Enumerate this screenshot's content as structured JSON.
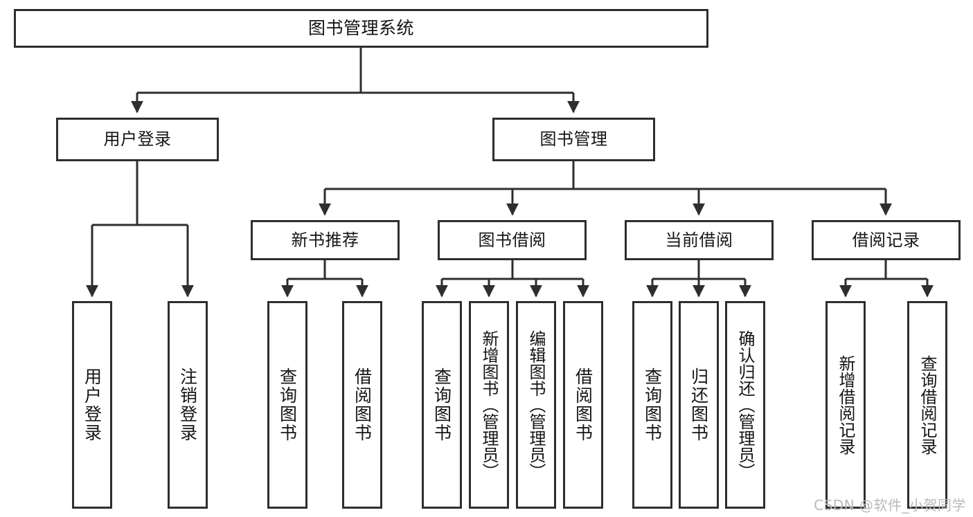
{
  "diagram": {
    "type": "hierarchy-tree",
    "title": "图书管理系统",
    "orientation": "top-down",
    "colors": {
      "box_border": "#2e2e2e",
      "box_fill": "#ffffff",
      "connector": "#2e2e2e",
      "text": "#151515",
      "watermark": "#b9b9b9"
    },
    "levels": [
      {
        "level": 1,
        "nodes": [
          {
            "id": "root",
            "label": "图书管理系统",
            "orientation": "horizontal"
          }
        ]
      },
      {
        "level": 2,
        "nodes": [
          {
            "id": "user-login",
            "label": "用户登录",
            "orientation": "horizontal",
            "parent": "root"
          },
          {
            "id": "book-manage",
            "label": "图书管理",
            "orientation": "horizontal",
            "parent": "root"
          }
        ]
      },
      {
        "level": 3,
        "nodes": [
          {
            "id": "new-book-recommend",
            "label": "新书推荐",
            "orientation": "horizontal",
            "parent": "book-manage"
          },
          {
            "id": "book-borrow",
            "label": "图书借阅",
            "orientation": "horizontal",
            "parent": "book-manage"
          },
          {
            "id": "current-borrow",
            "label": "当前借阅",
            "orientation": "horizontal",
            "parent": "book-manage"
          },
          {
            "id": "borrow-record",
            "label": "借阅记录",
            "orientation": "horizontal",
            "parent": "book-manage"
          }
        ]
      },
      {
        "level": 4,
        "nodes": [
          {
            "id": "leaf-user-login",
            "label": "用户登录",
            "orientation": "vertical",
            "parent": "user-login"
          },
          {
            "id": "leaf-user-logout",
            "label": "注销登录",
            "orientation": "vertical",
            "parent": "user-login"
          },
          {
            "id": "leaf-query-book-1",
            "label": "查询图书",
            "orientation": "vertical",
            "parent": "new-book-recommend"
          },
          {
            "id": "leaf-borrow-book-1",
            "label": "借阅图书",
            "orientation": "vertical",
            "parent": "new-book-recommend"
          },
          {
            "id": "leaf-query-book-2",
            "label": "查询图书",
            "orientation": "vertical",
            "parent": "book-borrow"
          },
          {
            "id": "leaf-add-book",
            "label": "新增图书（管理员）",
            "orientation": "vertical",
            "parent": "book-borrow"
          },
          {
            "id": "leaf-edit-book",
            "label": "编辑图书（管理员）",
            "orientation": "vertical",
            "parent": "book-borrow"
          },
          {
            "id": "leaf-borrow-book-2",
            "label": "借阅图书",
            "orientation": "vertical",
            "parent": "book-borrow"
          },
          {
            "id": "leaf-query-book-3",
            "label": "查询图书",
            "orientation": "vertical",
            "parent": "current-borrow"
          },
          {
            "id": "leaf-return-book",
            "label": "归还图书",
            "orientation": "vertical",
            "parent": "current-borrow"
          },
          {
            "id": "leaf-confirm-return",
            "label": "确认归还（管理员）",
            "orientation": "vertical",
            "parent": "current-borrow"
          },
          {
            "id": "leaf-add-record",
            "label": "新增借阅记录",
            "orientation": "vertical",
            "parent": "borrow-record"
          },
          {
            "id": "leaf-query-record",
            "label": "查询借阅记录",
            "orientation": "vertical",
            "parent": "borrow-record"
          }
        ]
      }
    ]
  },
  "watermark": {
    "text": "CSDN @软件_小贺同学"
  }
}
